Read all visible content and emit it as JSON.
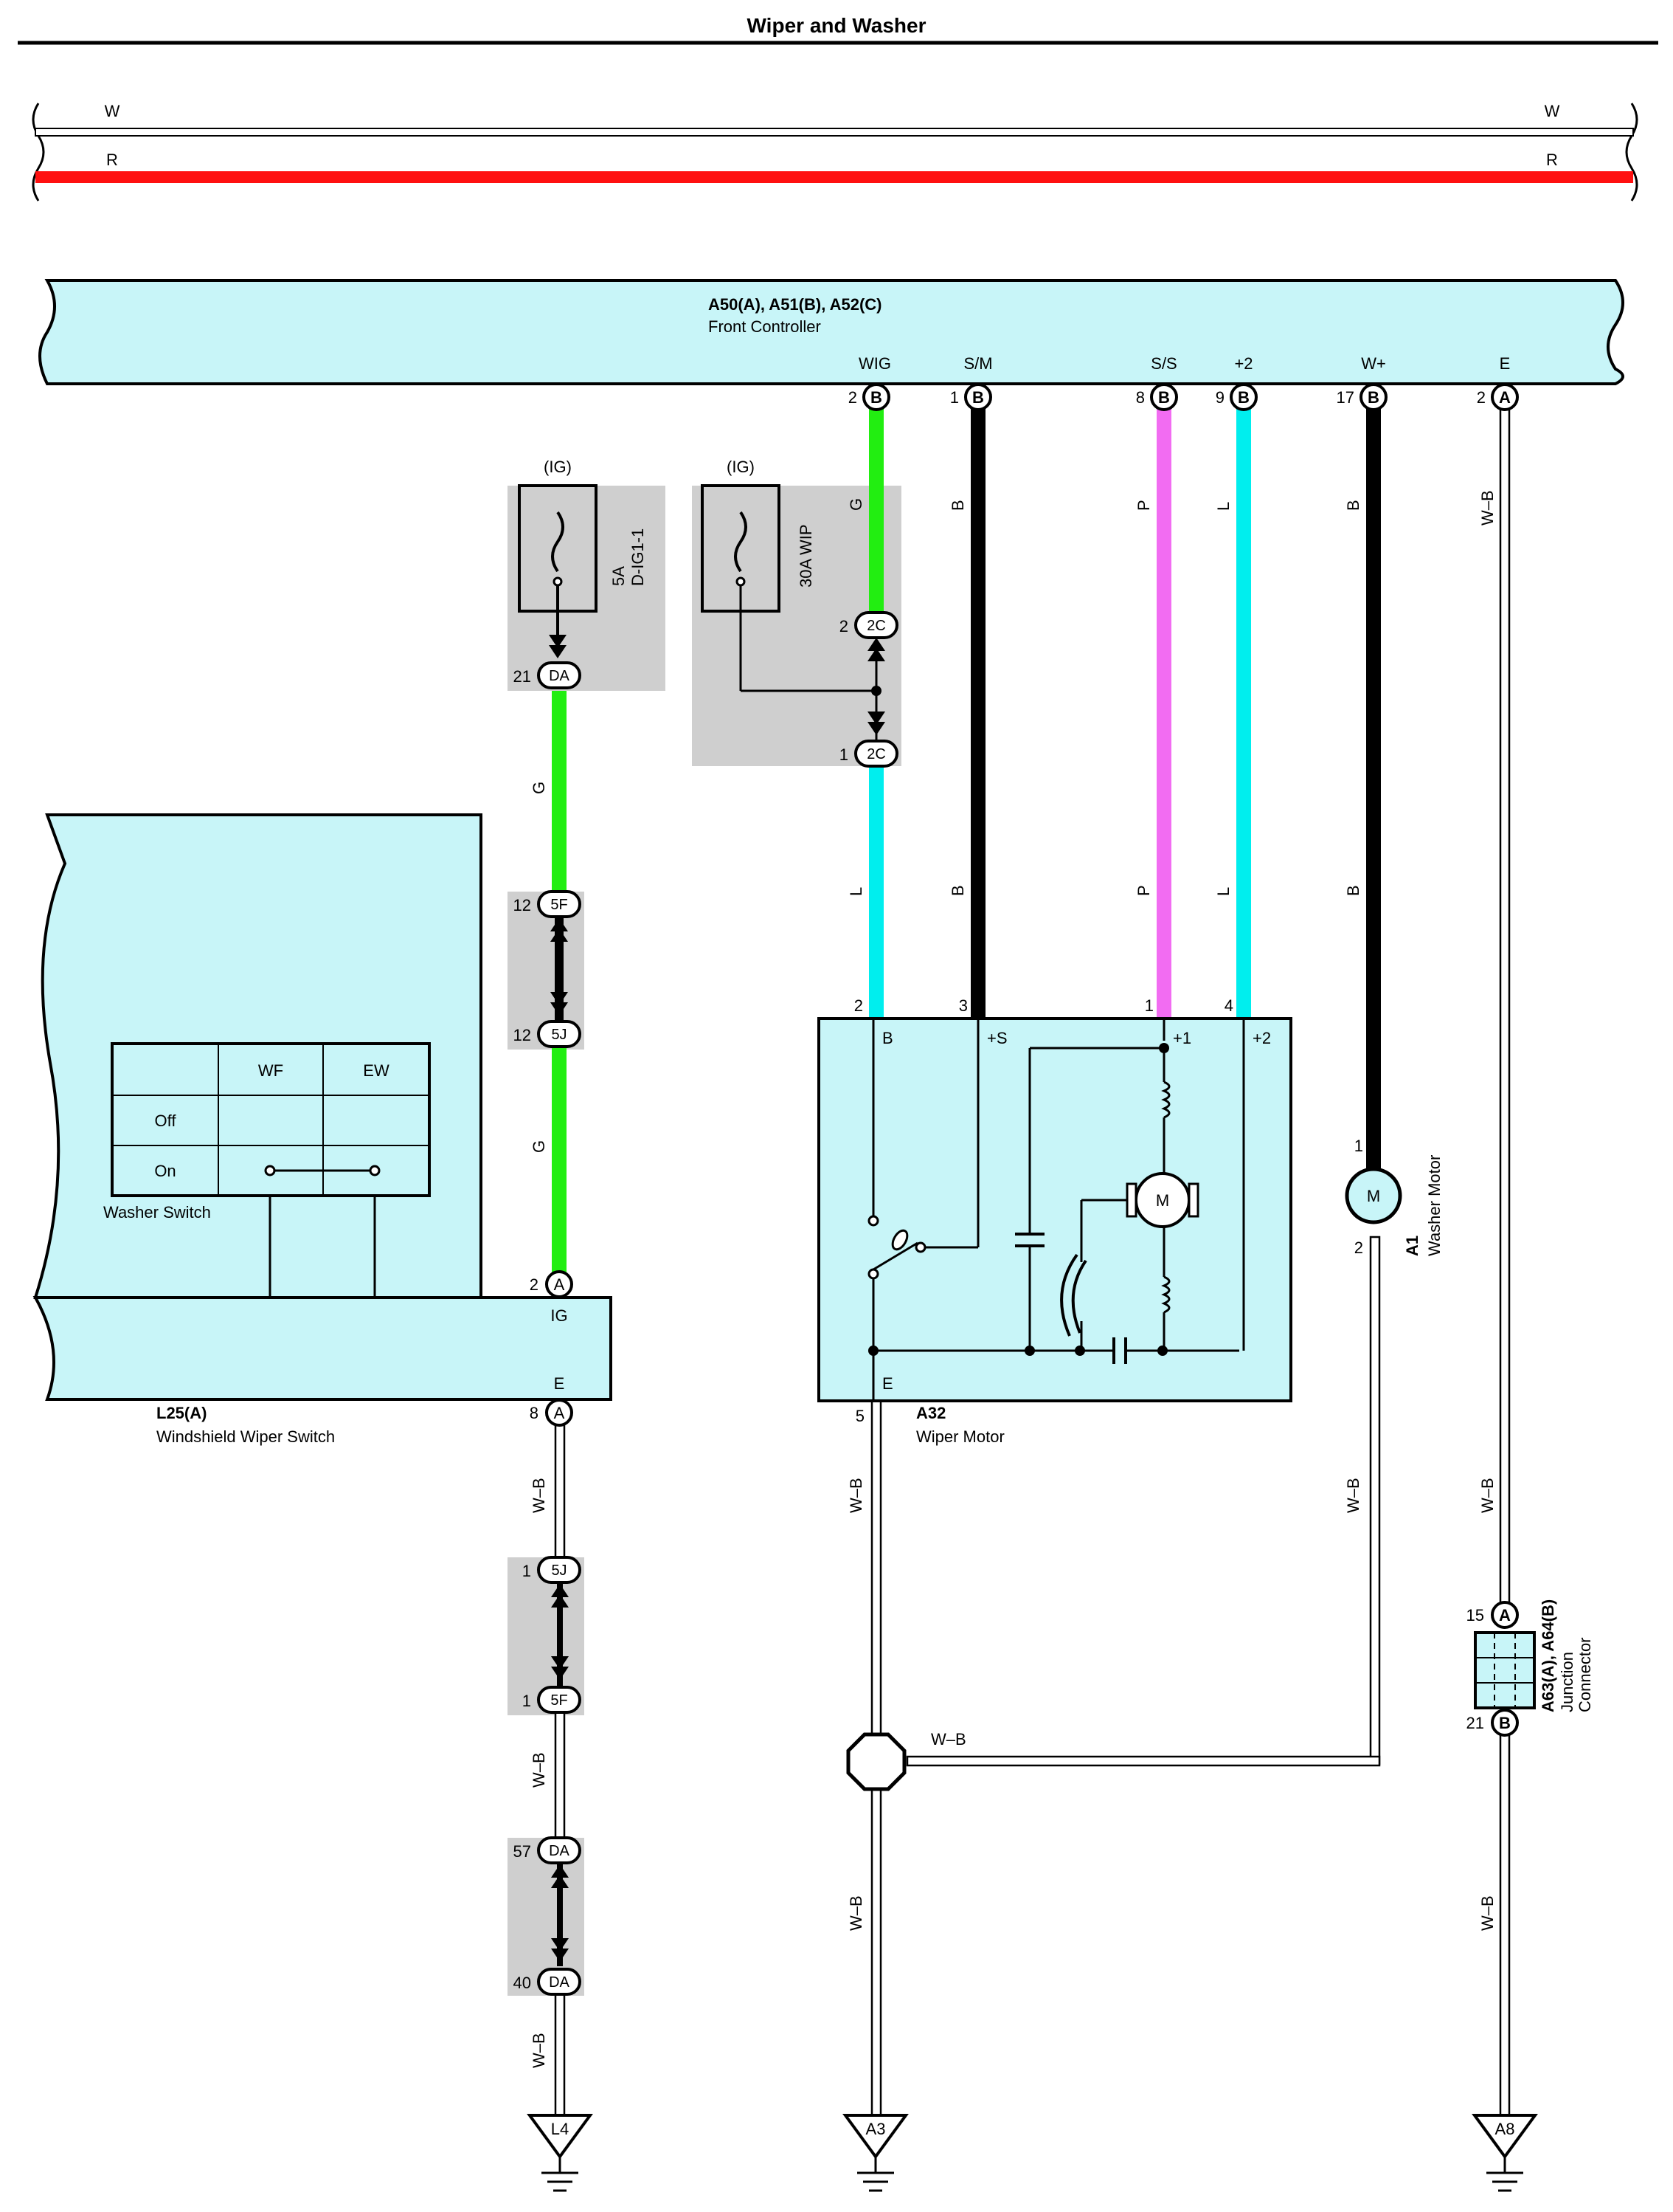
{
  "page": {
    "title": "Wiper and Washer"
  },
  "colors": {
    "G": "#22ee11",
    "L": "#00eeee",
    "P": "#f26cf2",
    "B": "#000000",
    "R": "#ff1010",
    "WB": "#ffffff",
    "component_fill": "#c8f5f8",
    "shade": "#cfcfcf"
  },
  "bus": {
    "w_left": "W",
    "w_right": "W",
    "r_left": "R",
    "r_right": "R"
  },
  "front_controller": {
    "code": "A50(A), A51(B), A52(C)",
    "name": "Front Controller",
    "terminals": [
      {
        "name": "WIG",
        "pin": "2",
        "conn": "B"
      },
      {
        "name": "S/M",
        "pin": "1",
        "conn": "B"
      },
      {
        "name": "S/S",
        "pin": "8",
        "conn": "B"
      },
      {
        "name": "+2",
        "pin": "9",
        "conn": "B"
      },
      {
        "name": "W+",
        "pin": "17",
        "conn": "B"
      },
      {
        "name": "E",
        "pin": "2",
        "conn": "A"
      }
    ]
  },
  "fuses": {
    "fuse1": {
      "supply": "(IG)",
      "rating": "5A",
      "name": "D-IG1-1"
    },
    "fuse2": {
      "supply": "(IG)",
      "rating": "30A WIP"
    }
  },
  "connectors": {
    "da21": {
      "pin": "21",
      "conn": "DA"
    },
    "c2c_2": {
      "pin": "2",
      "conn": "2C"
    },
    "c2c_1": {
      "pin": "1",
      "conn": "2C"
    },
    "c5f_12": {
      "pin": "12",
      "conn": "5F"
    },
    "c5j_12": {
      "pin": "12",
      "conn": "5J"
    },
    "c5j_1": {
      "pin": "1",
      "conn": "5J"
    },
    "c5f_1": {
      "pin": "1",
      "conn": "5F"
    },
    "da57": {
      "pin": "57",
      "conn": "DA"
    },
    "da40": {
      "pin": "40",
      "conn": "DA"
    }
  },
  "wire_labels": {
    "G": "G",
    "L": "L",
    "B": "B",
    "P": "P",
    "WB": "W–B"
  },
  "wiper_switch": {
    "code": "L25(A)",
    "name": "Windshield Wiper Switch",
    "table_headers": [
      "WF",
      "EW"
    ],
    "rows": [
      "Off",
      "On"
    ],
    "washer_label": "Washer Switch",
    "ig_label": "IG",
    "ig_pin": "2",
    "ig_conn": "A",
    "e_label": "E",
    "e_pin": "8",
    "e_conn": "A"
  },
  "wiper_motor": {
    "code": "A32",
    "name": "Wiper Motor",
    "pins": {
      "p2": "2",
      "p3": "3",
      "p1": "1",
      "p4": "4",
      "p5": "5"
    },
    "terms": {
      "b": "B",
      "s": "+S",
      "p1": "+1",
      "p2": "+2",
      "e": "E"
    },
    "motor": "M"
  },
  "washer_motor": {
    "code": "A1",
    "name": "Washer Motor",
    "pin_top": "1",
    "pin_bottom": "2",
    "motor": "M"
  },
  "junction_connector": {
    "code": "A63(A), A64(B)",
    "name_line1": "Junction",
    "name_line2": "Connector",
    "pin_top": "15",
    "conn_top": "A",
    "pin_bottom": "21",
    "conn_bottom": "B"
  },
  "grounds": {
    "g1": "L4",
    "g2": "A3",
    "g3": "A8"
  }
}
